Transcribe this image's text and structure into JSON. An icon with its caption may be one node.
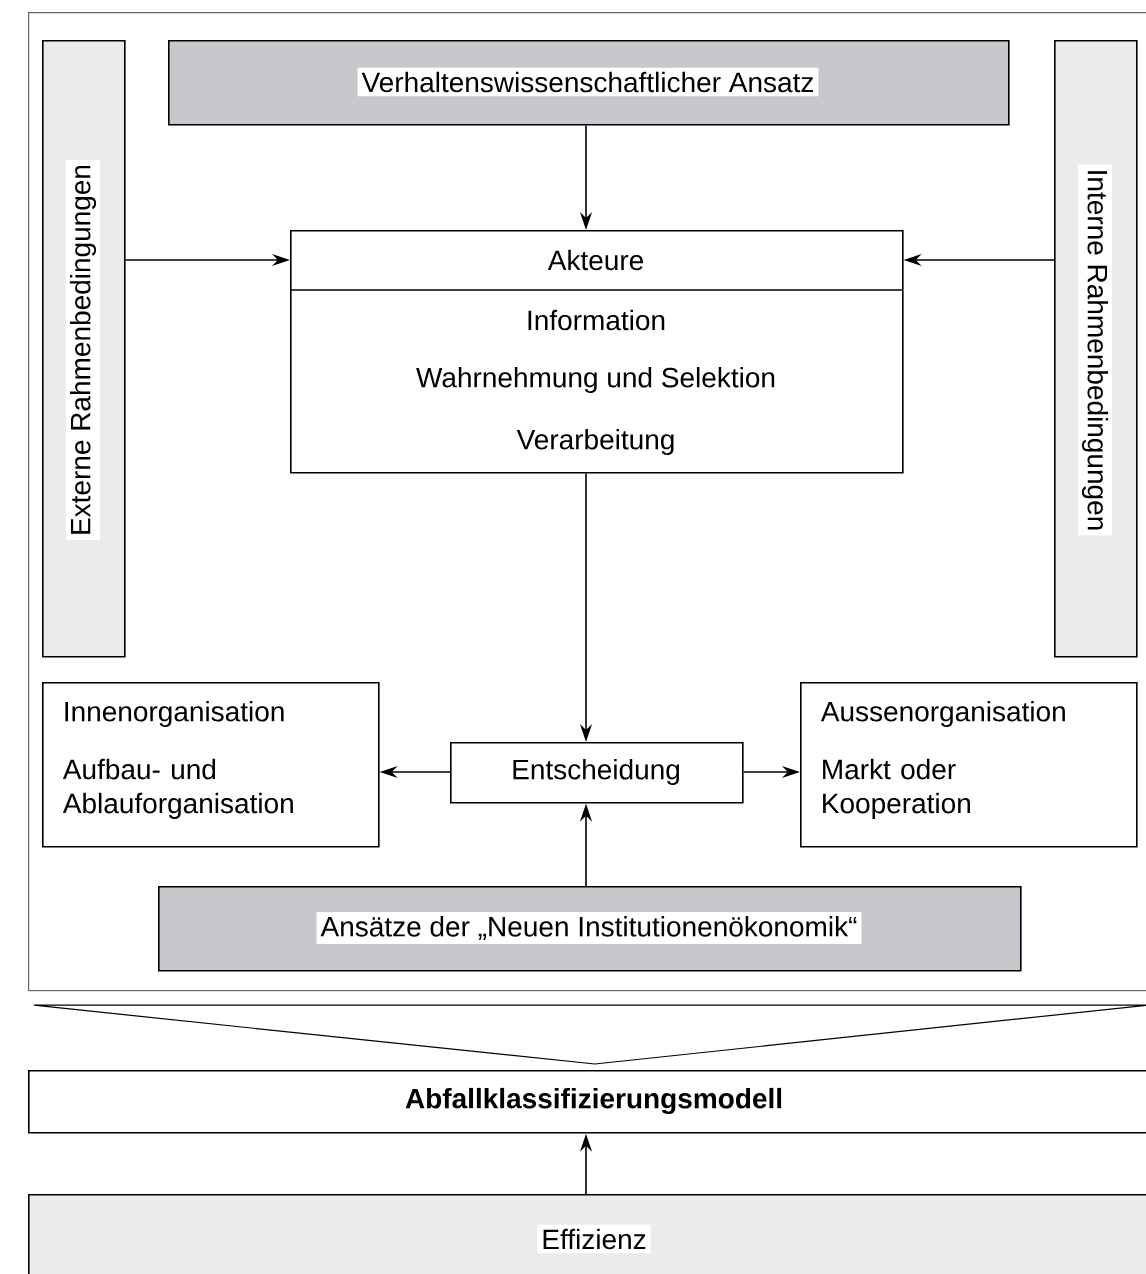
{
  "diagram": {
    "nodes": [
      {
        "text": [],
        "shape": "box"
      },
      {
        "text": [
          "Verhaltenswissenschaftlicher Ansatz"
        ],
        "in": 0
      },
      {
        "text": [
          "Externe Rahmenbedingungen"
        ],
        "in": 0
      },
      {
        "text": [
          "Akteure",
          "Information",
          "Wahrnehmung und Selektion",
          "Verarbeitung"
        ],
        "in": 0
      },
      {
        "text": [
          "Interne Rahmenbedingungen"
        ],
        "in": 0
      },
      {
        "text": [
          "Innenorganisation",
          "Aufbau- und Ablauforganisation"
        ],
        "in": 0
      },
      {
        "text": [
          "Entscheidung"
        ],
        "in": 0
      },
      {
        "text": [
          "Aussenorganisation",
          "Markt oder Kooperation"
        ],
        "in": 0
      },
      {
        "text": [
          "Ansätze der „Neuen Institutionenökonomik“"
        ],
        "in": 0
      },
      {
        "text": [
          "Abfallklassifizierungsmodell"
        ]
      },
      {
        "text": [
          "Effizienz"
        ]
      }
    ],
    "edges": [
      {
        "from": 1,
        "to": 3,
        "arrow": "to"
      },
      {
        "from": 2,
        "to": 3,
        "arrow": "to"
      },
      {
        "from": 4,
        "to": 3,
        "arrow": "to"
      },
      {
        "from": 3,
        "to": 6,
        "arrow": "to"
      },
      {
        "from": 6,
        "to": 5,
        "arrow": "to"
      },
      {
        "from": 6,
        "to": 7,
        "arrow": "to"
      },
      {
        "from": 8,
        "to": 6,
        "arrow": "to"
      },
      {
        "from": 0,
        "to": 9,
        "arrow": "to"
      },
      {
        "from": 10,
        "to": 9,
        "arrow": "to"
      }
    ]
  }
}
